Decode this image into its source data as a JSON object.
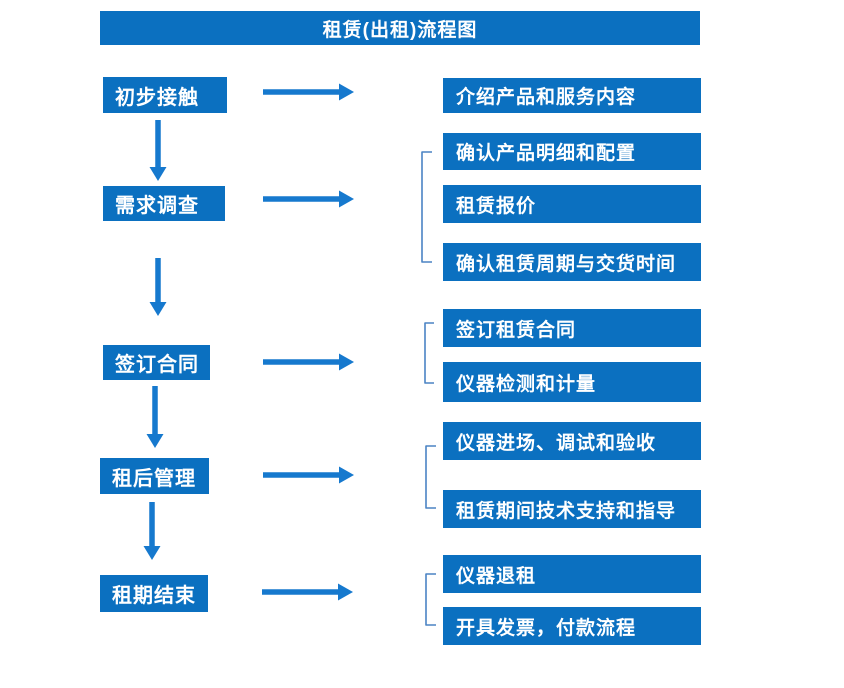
{
  "title": "租赁(出租)流程图",
  "colors": {
    "box_blue": "#0b70c0",
    "arrow_blue": "#1679ce",
    "bracket_blue": "#4b84c4",
    "text_white": "#ffffff",
    "background": "#ffffff"
  },
  "flow": {
    "stages": [
      {
        "label": "初步接触",
        "details": [
          "介绍产品和服务内容"
        ]
      },
      {
        "label": "需求调查",
        "details": [
          "确认产品明细和配置",
          "租赁报价",
          "确认租赁周期与交货时间"
        ]
      },
      {
        "label": "签订合同",
        "details": [
          "签订租赁合同",
          "仪器检测和计量"
        ]
      },
      {
        "label": "租后管理",
        "details": [
          "仪器进场、调试和验收",
          "租赁期间技术支持和指导"
        ]
      },
      {
        "label": "租期结束",
        "details": [
          "仪器退租",
          "开具发票，付款流程"
        ]
      }
    ]
  }
}
